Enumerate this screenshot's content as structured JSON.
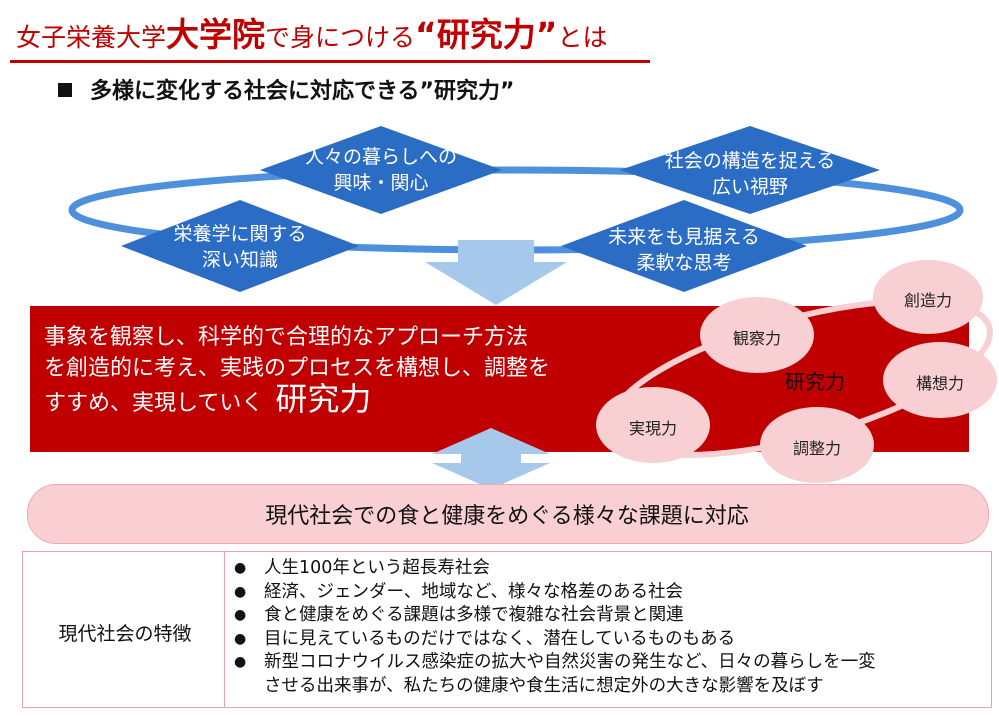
{
  "title": {
    "part1": "女子栄養大学",
    "part2": "大学院",
    "part3": "で身につける",
    "open_quote": "“",
    "part4": "研究力",
    "close_quote": "”",
    "part5": "とは"
  },
  "subtitle": "多様に変化する社会に対応できる”研究力”",
  "diamonds": [
    {
      "line1": "人々の暮らしへの",
      "line2": "興味・関心"
    },
    {
      "line1": "社会の構造を捉える",
      "line2": "広い視野"
    },
    {
      "line1": "栄養学に関する",
      "line2": "深い知識"
    },
    {
      "line1": "未来をも見据える",
      "line2": "柔軟な思考"
    }
  ],
  "research_definition": {
    "line1": "事象を観察し、科学的で合理的なアプローチ方法",
    "line2": "を創造的に考え、実践のプロセスを構想し、調整を",
    "line3": "すすめ、実現していく",
    "emphasis": "研究力"
  },
  "cycle": {
    "center": "研究力",
    "nodes": [
      "創造力",
      "観察力",
      "構想力",
      "実現力",
      "調整力"
    ]
  },
  "target": "現代社会での食と健康をめぐる様々な課題に対応",
  "features": {
    "label": "現代社会の特徴",
    "items": [
      "人生100年という超長寿社会",
      "経済、ジェンダー、地域など、様々な格差のある社会",
      "食と健康をめぐる課題は多様で複雑な社会背景と関連",
      "目に見えているものだけではなく、潜在しているものもある",
      "新型コロナウイルス感染症の拡大や自然災害の発生など、日々の暮らしを一変",
      "させる出来事が、私たちの健康や食生活に想定外の大きな影響を及ぼす"
    ]
  },
  "colors": {
    "accent_red": "#c00000",
    "diamond_blue": "#2b6cc4",
    "ring_blue": "#4f90dc",
    "arrow_blue": "#a6c8ea",
    "pink_circle": "#f8cfd3",
    "pink_bar": "#f9cfd4"
  }
}
